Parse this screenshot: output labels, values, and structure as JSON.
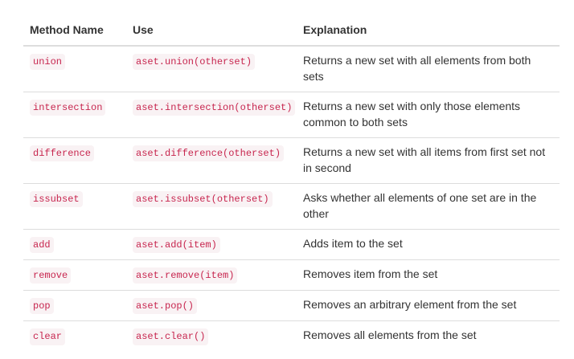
{
  "colors": {
    "code_text": "#c7254e",
    "code_bg": "#f9f2f4",
    "text": "#333333",
    "border": "#dddddd"
  },
  "table": {
    "columns": [
      {
        "label": "Method Name"
      },
      {
        "label": "Use"
      },
      {
        "label": "Explanation"
      }
    ],
    "rows": [
      {
        "method": "union",
        "use": "aset.union(otherset)",
        "explanation": "Returns a new set with all elements from both sets"
      },
      {
        "method": "intersection",
        "use": "aset.intersection(otherset)",
        "explanation": "Returns a new set with only those elements common to both sets"
      },
      {
        "method": "difference",
        "use": "aset.difference(otherset)",
        "explanation": "Returns a new set with all items from first set not in second"
      },
      {
        "method": "issubset",
        "use": "aset.issubset(otherset)",
        "explanation": "Asks whether all elements of one set are in the other"
      },
      {
        "method": "add",
        "use": "aset.add(item)",
        "explanation": "Adds item to the set"
      },
      {
        "method": "remove",
        "use": "aset.remove(item)",
        "explanation": "Removes item from the set"
      },
      {
        "method": "pop",
        "use": "aset.pop()",
        "explanation": "Removes an arbitrary element from the set"
      },
      {
        "method": "clear",
        "use": "aset.clear()",
        "explanation": "Removes all elements from the set"
      }
    ]
  }
}
